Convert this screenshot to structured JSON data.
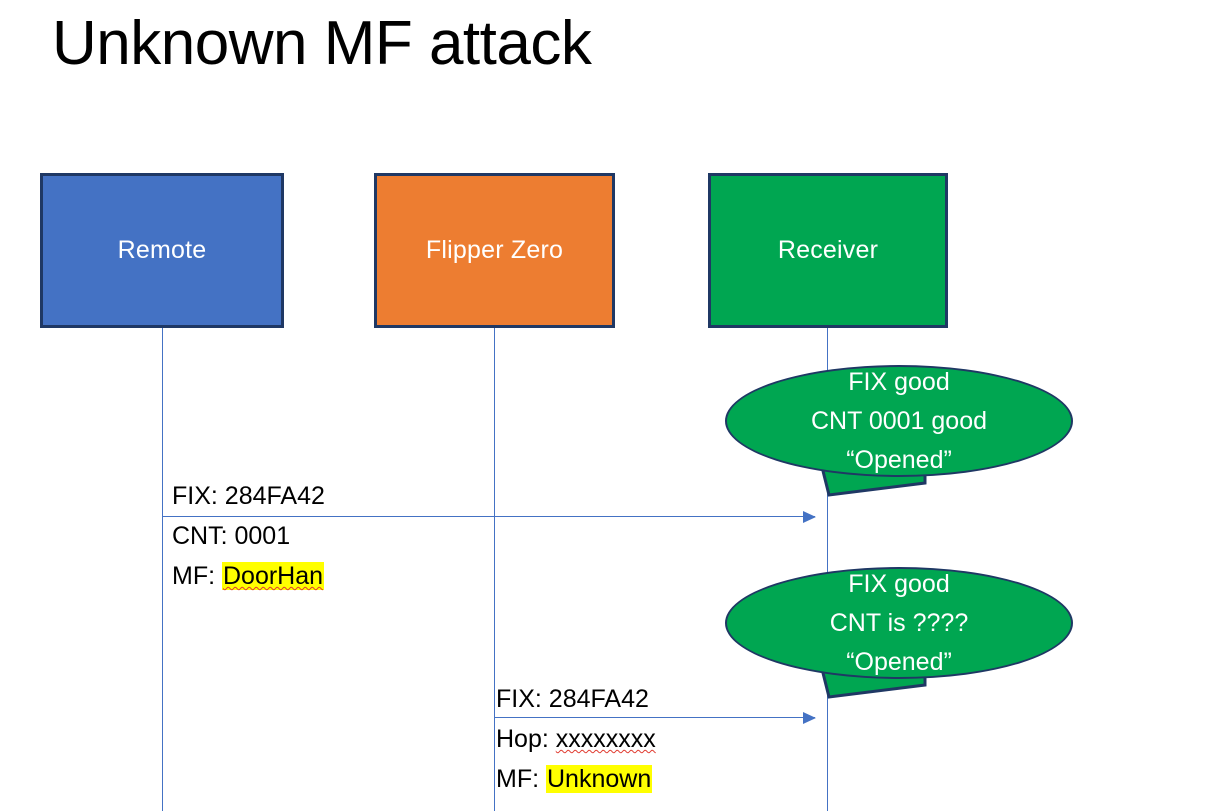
{
  "slide": {
    "title": "Unknown MF attack",
    "background": "#ffffff"
  },
  "colors": {
    "remote_box": "#4472C4",
    "flipper_box": "#ED7D31",
    "receiver_box": "#00A651",
    "box_border": "#1F3864",
    "arrow": "#4472C4",
    "lifeline": "#4472C4",
    "bubble_fill": "#00A651",
    "bubble_border": "#1F3864",
    "highlight": "#FFFF00",
    "spellcheck_underline": "#E03A2F",
    "text_dark": "#000000",
    "text_light": "#FFFFFF"
  },
  "actors": [
    {
      "id": "remote",
      "label": "Remote"
    },
    {
      "id": "flipper",
      "label": "Flipper Zero"
    },
    {
      "id": "receiver",
      "label": "Receiver"
    }
  ],
  "messages": [
    {
      "id": "remote-to-receiver",
      "from": "remote",
      "to": "receiver",
      "lines": [
        {
          "prefix": "FIX: ",
          "value": "284FA42",
          "highlighted": false,
          "spellcheck": false
        },
        {
          "prefix": "CNT: ",
          "value": "0001",
          "highlighted": false,
          "spellcheck": false
        },
        {
          "prefix": "MF: ",
          "value": "DoorHan",
          "highlighted": true,
          "spellcheck": true
        }
      ]
    },
    {
      "id": "flipper-to-receiver",
      "from": "flipper",
      "to": "receiver",
      "lines": [
        {
          "prefix": "FIX: ",
          "value": "284FA42",
          "highlighted": false,
          "spellcheck": false
        },
        {
          "prefix": "Hop: ",
          "value": "xxxxxxxx",
          "highlighted": false,
          "spellcheck": true
        },
        {
          "prefix": "MF: ",
          "value": "Unknown",
          "highlighted": true,
          "spellcheck": false
        }
      ]
    }
  ],
  "bubbles": [
    {
      "id": "bubble-1",
      "owner": "receiver",
      "lines": [
        "FIX good",
        "CNT 0001 good",
        "“Opened”"
      ]
    },
    {
      "id": "bubble-2",
      "owner": "receiver",
      "lines": [
        "FIX good",
        "CNT is ????",
        "“Opened”"
      ]
    }
  ]
}
